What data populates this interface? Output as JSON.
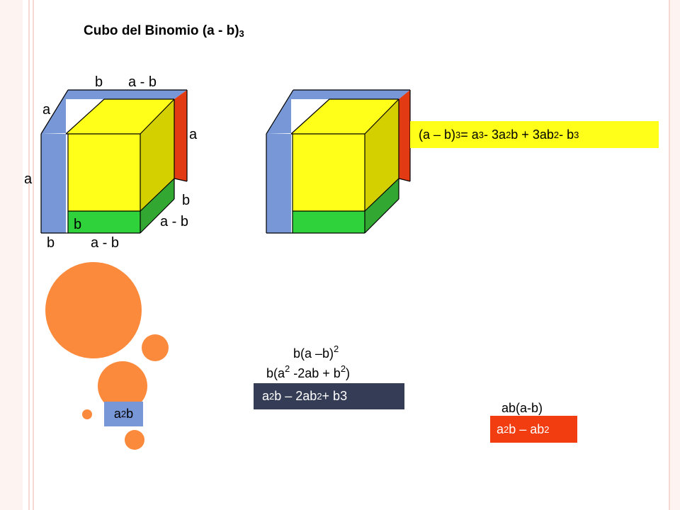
{
  "title": {
    "text": "Cubo del Binomio  (a - b)",
    "exp": "3"
  },
  "cube1_labels": {
    "top_b": "b",
    "top_a_minus_b": "a - b",
    "left_a_upper": "a",
    "right_a": "a",
    "left_a_lower": "a",
    "right_b": "b",
    "front_b": "b",
    "right_a_minus_b": "a - b",
    "bottom_b": "b",
    "bottom_a_minus_b": "a - b"
  },
  "formula": {
    "p1": "(a – b)",
    "e1": "3",
    "p2": " = a",
    "e2": "3",
    "p3": "  - 3a",
    "e3": "2",
    "p4": " b + 3ab",
    "e4": "2",
    "p5": "  - b",
    "e5": "3"
  },
  "bsq": {
    "line1_a": "b(a –b)",
    "line1_e": "2",
    "line2_a": "b(a",
    "line2_e1": "2",
    "line2_b": " -2ab + b",
    "line2_e2": "2",
    "line2_c": ")"
  },
  "dark_box": {
    "a": "a",
    "e1": "2",
    "b": " b – 2ab",
    "e2": "2",
    "c": " + b3"
  },
  "a2b_box": {
    "a": "a",
    "e": "2",
    "b": "b"
  },
  "abab": {
    "label": "ab(a-b)",
    "a": "a",
    "e1": "2",
    "b": "b – ab",
    "e2": "2"
  },
  "colors": {
    "blue": "#7797d7",
    "yellow": "#ffff1a",
    "olive": "#d4d000",
    "red": "#e23a12",
    "green": "#2fd23a",
    "orange": "#fb8a3c",
    "dark_box": "#353d56",
    "red_box": "#f13d0f"
  }
}
